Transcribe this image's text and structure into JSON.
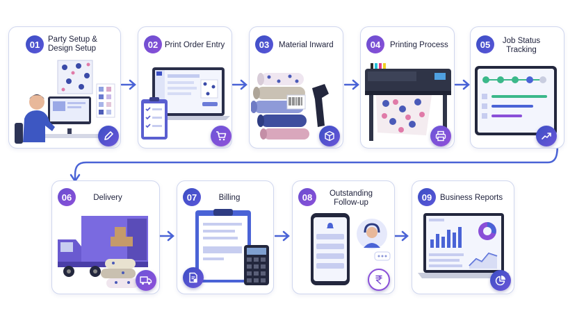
{
  "steps": [
    {
      "num": "01",
      "title": "Party Setup & Design Setup",
      "title_lines": [
        "Party Setup &",
        "Design Setup"
      ],
      "corner_icon": "pencil-icon"
    },
    {
      "num": "02",
      "title": "Print Order Entry",
      "corner_icon": "cart-icon"
    },
    {
      "num": "03",
      "title": "Material Inward",
      "corner_icon": "box-icon"
    },
    {
      "num": "04",
      "title": "Printing Process",
      "corner_icon": "printer-icon"
    },
    {
      "num": "05",
      "title": "Job Status Tracking",
      "title_lines": [
        "Job Status",
        "Tracking"
      ],
      "corner_icon": "trend-up-icon"
    },
    {
      "num": "06",
      "title": "Delivery",
      "corner_icon": "truck-icon"
    },
    {
      "num": "07",
      "title": "Billing",
      "corner_icon": "invoice-icon"
    },
    {
      "num": "08",
      "title": "Outstanding Follow-up",
      "title_lines": [
        "Outstanding",
        "Follow-up"
      ],
      "corner_icon": "rupee-icon"
    },
    {
      "num": "09",
      "title": "Business Reports",
      "corner_icon": "pie-chart-icon"
    }
  ],
  "colors": {
    "badge_start": "#3b4fc4",
    "badge_end": "#8a4fd8",
    "arrow": "#4a63d6",
    "card_border": "#cfd6ee"
  }
}
